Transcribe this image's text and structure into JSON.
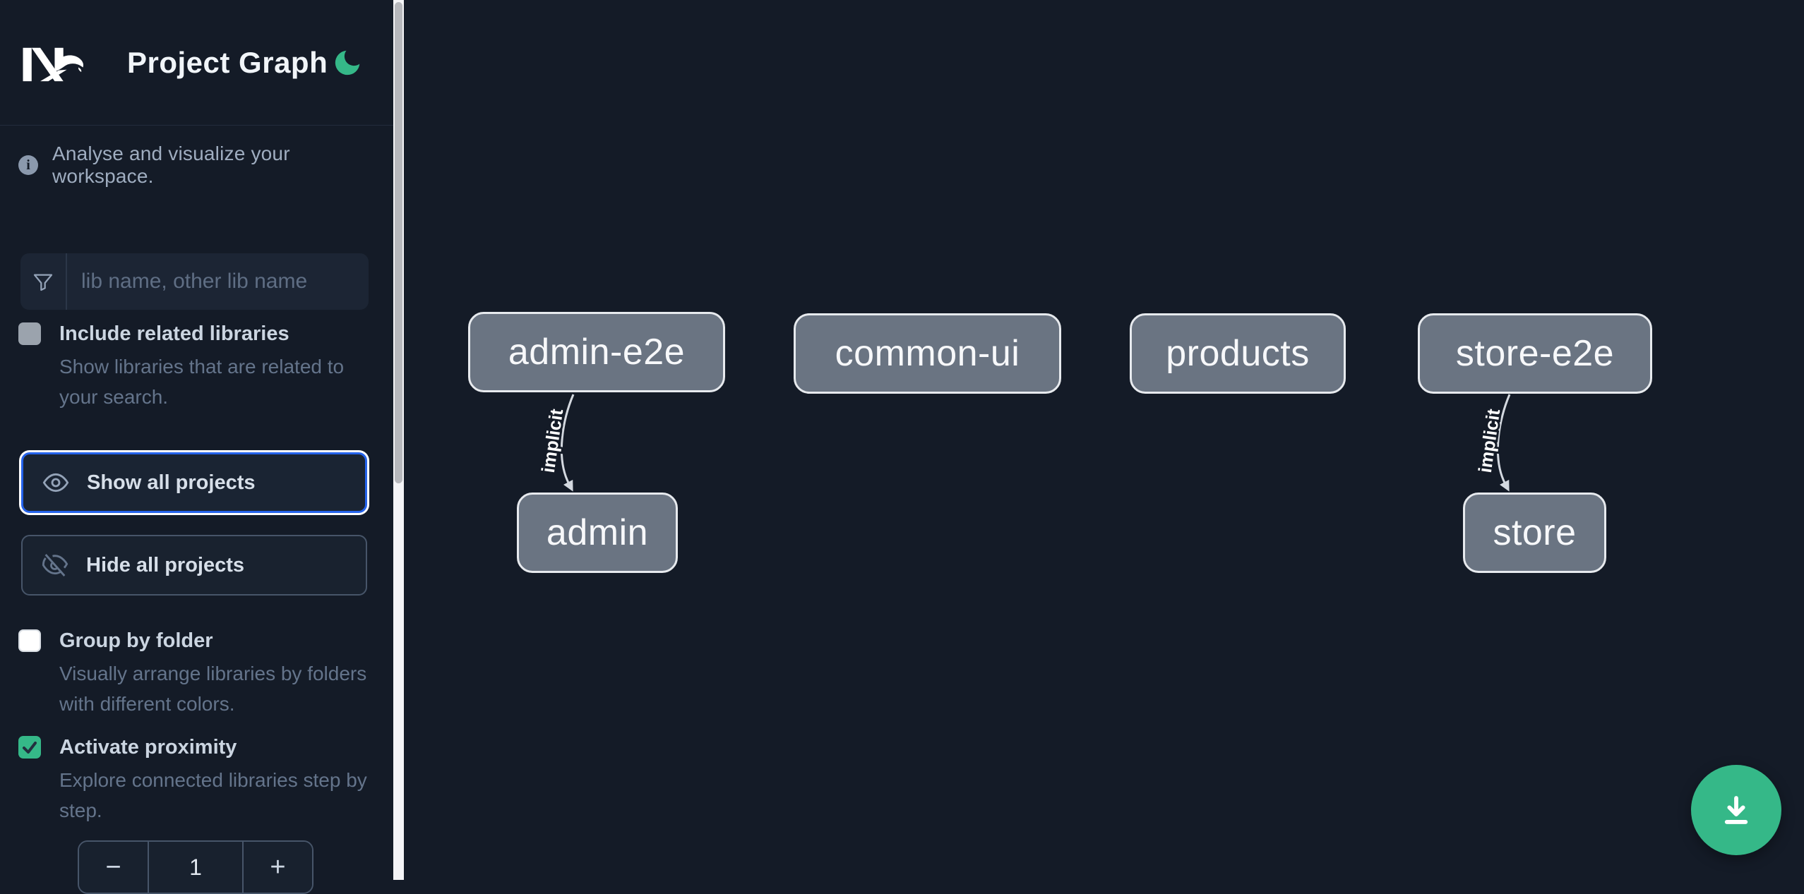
{
  "header": {
    "logo": "Nx",
    "title": "Project Graph",
    "theme_icon": "moon-icon"
  },
  "sidebar": {
    "tagline": "Analyse and visualize your workspace.",
    "filter": {
      "placeholder": "lib name, other lib name",
      "value": ""
    },
    "include_related": {
      "label": "Include related libraries",
      "description": "Show libraries that are related to your search.",
      "checked": false,
      "disabled": true
    },
    "show_all_label": "Show all projects",
    "hide_all_label": "Hide all projects",
    "group_by_folder": {
      "label": "Group by folder",
      "description": "Visually arrange libraries by folders with different colors.",
      "checked": false
    },
    "activate_proximity": {
      "label": "Activate proximity",
      "description": "Explore connected libraries step by step.",
      "checked": true
    },
    "stepper": {
      "decrement": "−",
      "value": "1",
      "increment": "+"
    }
  },
  "graph": {
    "nodes": [
      {
        "label": "admin-e2e"
      },
      {
        "label": "common-ui"
      },
      {
        "label": "products"
      },
      {
        "label": "store-e2e"
      },
      {
        "label": "admin"
      },
      {
        "label": "store"
      }
    ],
    "edges": [
      {
        "source": "admin-e2e",
        "target": "admin",
        "label": "implicit"
      },
      {
        "source": "store-e2e",
        "target": "store",
        "label": "implicit"
      }
    ]
  },
  "fab": {
    "action": "download-image"
  },
  "theme": {
    "background": "#141b27",
    "accent_green": "#35b888",
    "focus_blue": "#2563eb",
    "node_fill": "#6a7482",
    "node_border": "#e7eaee",
    "label_text": "#cbd5e1",
    "muted_text": "#64748b"
  }
}
